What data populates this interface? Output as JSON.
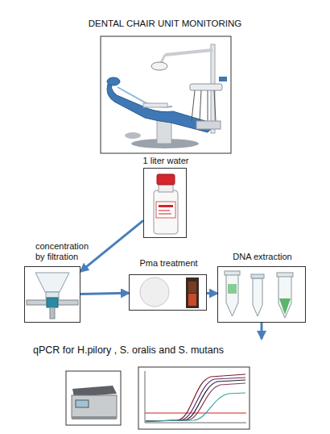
{
  "diagram": {
    "title": "DENTAL CHAIR UNIT MONITORING",
    "nodes": [
      {
        "text": [
          "1 liter water"
        ]
      },
      {
        "text": [
          "concentration by filtration"
        ]
      },
      {
        "text": [
          "Pma treatment"
        ]
      },
      {
        "text": [
          "DNA extraction"
        ]
      },
      {
        "text": [
          "qPCR for H.pilory , S. oralis and S. mutans"
        ]
      }
    ],
    "edges": [
      {
        "from": 0,
        "to": 1,
        "arrow": "to"
      },
      {
        "from": 1,
        "to": 2,
        "arrow": "to"
      },
      {
        "from": 2,
        "to": 3,
        "arrow": "to"
      },
      {
        "from": 3,
        "to": 4,
        "arrow": "to"
      }
    ]
  }
}
